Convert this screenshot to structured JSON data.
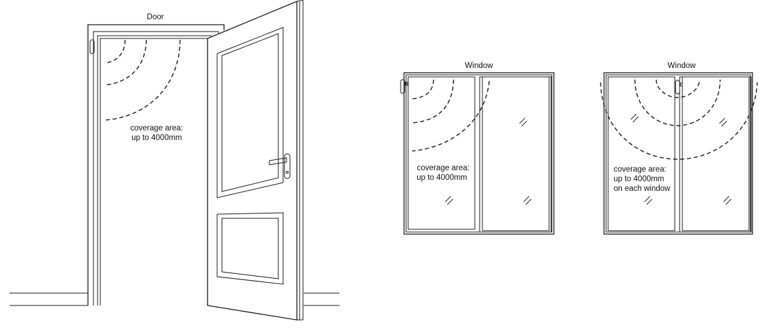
{
  "door": {
    "title": "Door",
    "coverage_line1": "coverage area:",
    "coverage_line2": "up to 4000mm"
  },
  "window_single": {
    "title": "Window",
    "coverage_line1": "coverage area:",
    "coverage_line2": "up to 4000mm"
  },
  "window_double": {
    "title": "Window",
    "coverage_line1": "coverage area:",
    "coverage_line2": "up to 4000mm",
    "coverage_line3": "on each window"
  }
}
